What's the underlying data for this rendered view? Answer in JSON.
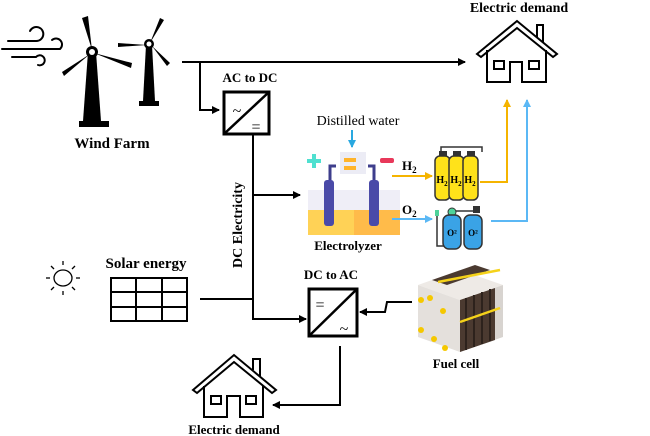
{
  "labels": {
    "wind_farm": "Wind Farm",
    "ac_to_dc": "AC to DC",
    "dc_electricity": "DC Electricity",
    "solar_energy": "Solar energy",
    "distilled_water": "Distilled water",
    "electrolyzer": "Electrolyzer",
    "h2": "H",
    "h2_sub": "2",
    "o2": "O",
    "o2_sub": "2",
    "dc_to_ac": "DC to AC",
    "fuel_cell": "Fuel cell",
    "electric_demand_top": "Electric demand",
    "electric_demand_bottom": "Electric demand",
    "converter_ac_symbol": "~",
    "converter_dc_symbol": "=",
    "tank_h2": "H",
    "tank_h2_sub": "2",
    "tank_o2": "O²"
  },
  "colors": {
    "line": "#000000",
    "hydrogen": "#f5b400",
    "oxygen": "#5bb8f5",
    "water_arrow": "#29a8e0",
    "plus": "#4fe0d0",
    "minus": "#e8385a",
    "electrode": "#4a4aa8",
    "electrolyte": "#ffd256",
    "h2_tank": "#ffe21a",
    "o2_tank": "#3aa3e6",
    "fuel_cell_dark": "#4b3a30",
    "fuel_cell_light": "#e8e4e0"
  }
}
